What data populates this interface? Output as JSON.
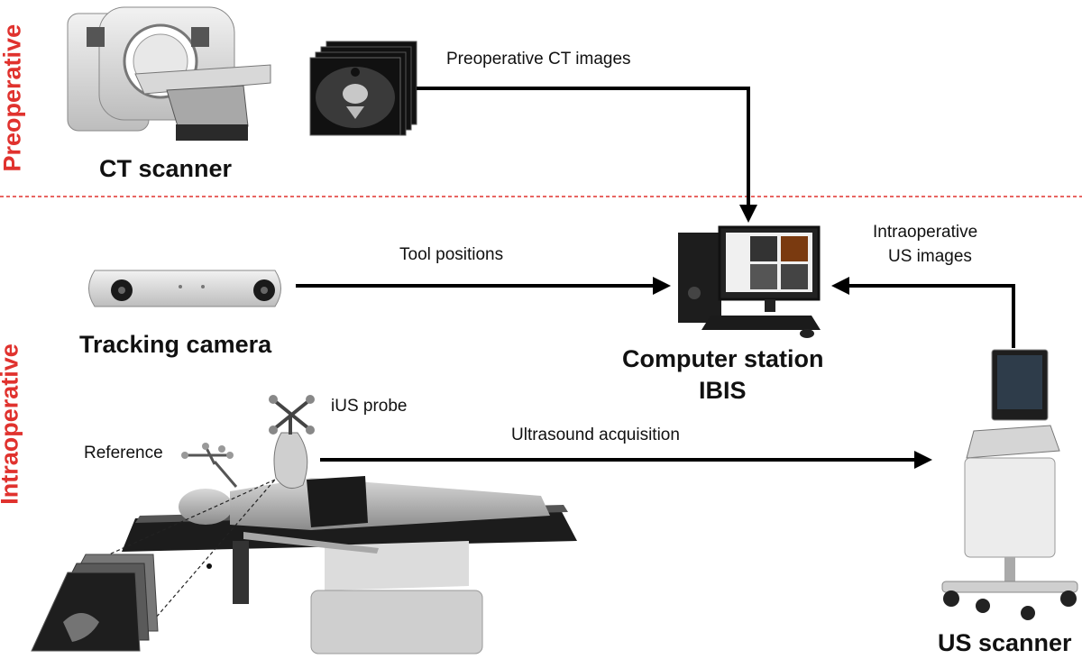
{
  "sections": {
    "preoperative": "Preoperative",
    "intraoperative": "Intraoperative"
  },
  "devices": {
    "ct_scanner": "CT scanner",
    "tracking_camera": "Tracking camera",
    "computer_station": "Computer station",
    "computer_station_name": "IBIS",
    "us_scanner": "US scanner"
  },
  "labels": {
    "ius_probe": "iUS probe",
    "reference": "Reference"
  },
  "flows": {
    "ct_images": "Preoperative CT images",
    "tool_positions": "Tool positions",
    "us_images_line1": "Intraoperative",
    "us_images_line2": "US images",
    "ultrasound_acquisition": "Ultrasound acquisition"
  },
  "colors": {
    "section_label": "#e0322e",
    "divider": "#e0322e",
    "arrow": "#000000"
  }
}
